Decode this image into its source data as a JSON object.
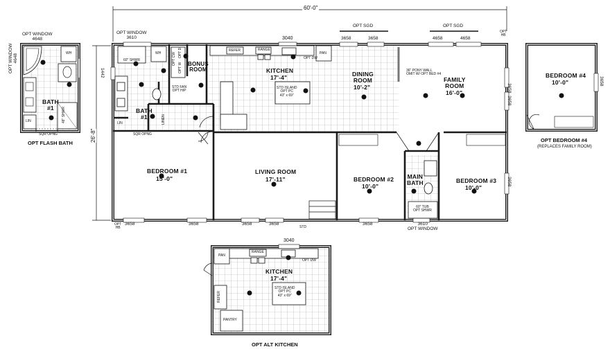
{
  "colors": {
    "wall": "#1a1a1a",
    "tile": "#9a9a9a",
    "ink": "#111111",
    "light": "#cfcfcf"
  },
  "icons": [
    "light-fixture-dot-icon",
    "door-swing-icon",
    "sink-icon",
    "toilet-icon",
    "tub-icon",
    "range-icon"
  ],
  "dimensions": {
    "overall_width": "60'-0\"",
    "overall_depth": "26'-8\""
  },
  "main_plan": {
    "rooms": {
      "kitchen": {
        "name": "KITCHEN",
        "size": "17'-4\""
      },
      "dining": {
        "name": "DINING\nROOM",
        "size": "10'-2\""
      },
      "family": {
        "name": "FAMILY\nROOM",
        "size": "16'-0\""
      },
      "bonus": {
        "name": "BONUS\nROOM"
      },
      "bath1": {
        "name": "BATH\n#1"
      },
      "bedroom1": {
        "name": "BEDROOM #1",
        "size": "15'-0\""
      },
      "living": {
        "name": "LIVING ROOM",
        "size": "17'-11\""
      },
      "bedroom2": {
        "name": "BEDROOM #2",
        "size": "10'-0\""
      },
      "mainbath": {
        "name": "MAIN\nBATH"
      },
      "bedroom3": {
        "name": "BEDROOM #3",
        "size": "10'-0\""
      }
    },
    "fixtures": {
      "refer": "REFER",
      "range": "RANGE",
      "pan": "PAN",
      "opt_dw": "OPT DW",
      "std_island": "STD ISLAND\nOPT PC\n43\" x 69\"",
      "pony_wall": "36\" PONY WALL\nOMIT W/ OPT BED #4",
      "sixty_shwr": "60\" SHWR",
      "wh": "WH",
      "opt_cw": "OPT CW",
      "opt_d": "OPT D",
      "opt_w": "OPT W",
      "std_fan": "STD FAN\nOPT H/P",
      "lin": "LIN",
      "linen": "LINEN",
      "sqr_opng": "SQR OPNG",
      "tub_shwr": "60\" TUB\nOPT SHWR",
      "std": "STD"
    },
    "windows": {
      "opt_window_3610": "OPT WINDOW\n3610",
      "w3040": "3040",
      "opt_sgd_1": "OPT SGD",
      "opt_sgd_2": "OPT SGD",
      "top_3658_a": "3658",
      "top_3658_b": "3658",
      "top_4658_a": "4658",
      "top_4658_b": "4658",
      "right_3658_a": "3658",
      "right_3658_b": "3658",
      "right_3658_c": "3658",
      "left_1442": "1442",
      "bottom_3658_a": "3658",
      "bottom_3658_b": "3658",
      "bottom_3658_c": "3658",
      "bottom_3658_d": "3658",
      "bottom_3658_e": "3658",
      "bottom_3610": "3610\nOPT WINDOW",
      "opt_hb_top": "OPT\nHB",
      "opt_hb_bottom": "OPT\nHB"
    }
  },
  "opt_flash_bath": {
    "caption": "OPT FLASH BATH",
    "opt_window_top": "OPT WINDOW\n4648",
    "opt_window_side": "OPT WINDOW\n4648",
    "bath": "BATH\n#1",
    "wh": "WH",
    "lin": "LIN",
    "sqr_opng": "SQR OPNG",
    "shwr": "48\" SHWR"
  },
  "opt_bedroom4": {
    "name": "BEDROOM #4",
    "size": "10'-0\"",
    "window": "3658",
    "caption": "OPT BEDROOM #4",
    "subcaption": "(REPLACES FAMILY ROOM)"
  },
  "opt_alt_kitchen": {
    "caption": "OPT ALT KITCHEN",
    "window": "3040",
    "name": "KITCHEN",
    "size": "17'-4\"",
    "pan": "PAN",
    "range": "RANGE",
    "opt_dw": "OPT DW",
    "refer": "REFER",
    "pantry": "PANTRY",
    "island": "STD ISLAND\nOPT PC\n43\" x 69\""
  }
}
